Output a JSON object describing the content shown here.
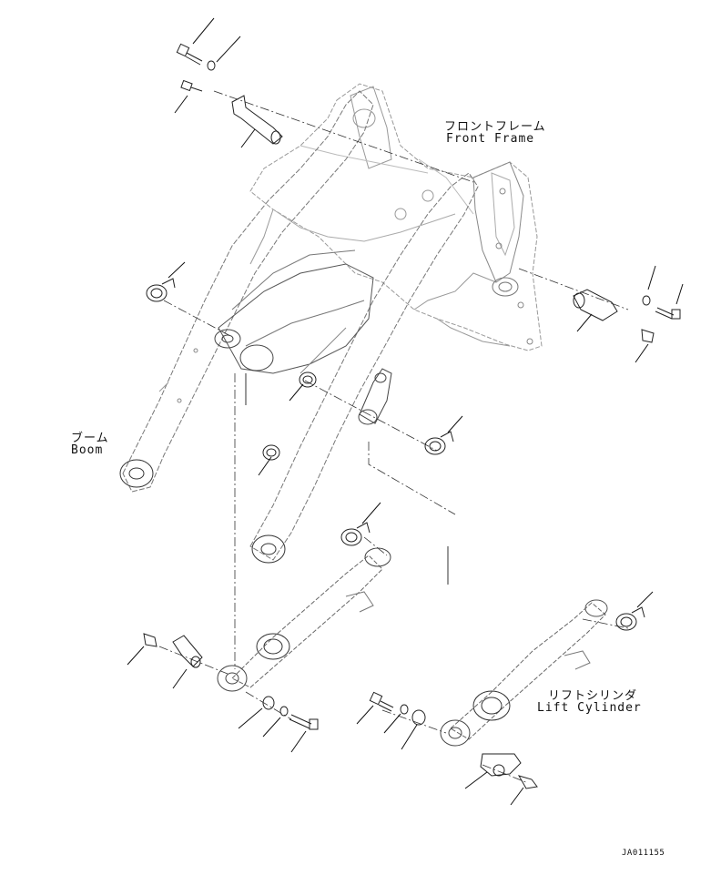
{
  "labels": {
    "front_frame_jp": "フロントフレーム",
    "front_frame_en": "Front Frame",
    "boom_jp": "ブーム",
    "boom_en": "Boom",
    "lift_cylinder_jp": "リフトシリンダ",
    "lift_cylinder_en": "Lift Cylinder",
    "drawing_code": "JA011155"
  }
}
